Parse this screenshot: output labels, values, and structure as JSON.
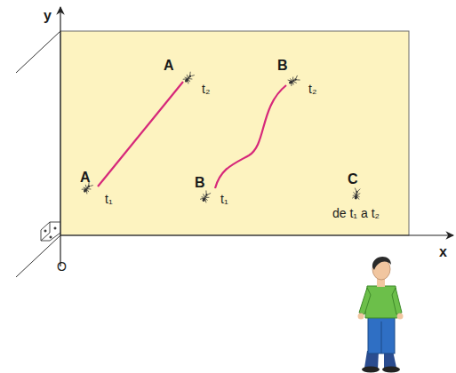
{
  "diagram": {
    "labels": [
      "y",
      "O",
      "x",
      "A",
      "t₁",
      "A",
      "t₂",
      "B",
      "t₁",
      "B",
      "t₂",
      "C",
      "de t₁ a t₂"
    ]
  }
}
